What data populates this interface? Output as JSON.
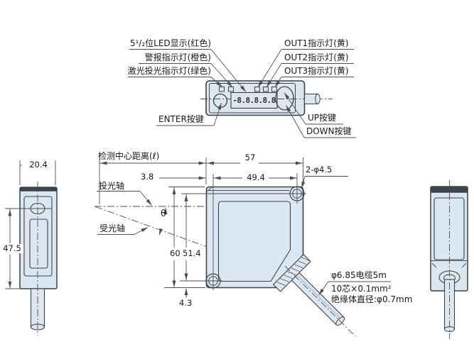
{
  "top_view": {
    "callouts_left": [
      "5¹/₂位LED显示(红色)",
      "警报指示灯(橙色)",
      "激光投光指示灯(绿色)"
    ],
    "callouts_right": [
      "OUT1指示灯(黄)",
      "OUT2指示灯(黄)",
      "OUT3指示灯(黄)"
    ],
    "enter_button": "ENTER按键",
    "up_button": "UP按键",
    "down_button": "DOWN按键",
    "display_value": "-8.8.8.8.8"
  },
  "front_view": {
    "dim_detection_center": "检测中心距离(ℓ)",
    "dim_width": "57",
    "dim_hole_span": "49.4",
    "dim_hole_offset": "3.8",
    "dim_holes": "2-φ4.5",
    "dim_height": "60",
    "dim_hole_vertical": "51.4",
    "dim_hole_bottom": "4.3",
    "emitter_axis": "投光轴",
    "receiver_axis": "受光轴",
    "angle_symbol": "θ",
    "cable_note_line1": "φ6.85电缆5m",
    "cable_note_line2": "10芯×0.1mm²",
    "cable_note_line3": "绝缘体直径:φ0.7mm"
  },
  "side_view_left": {
    "dim_width": "20.4",
    "dim_height": "47.5"
  },
  "colors": {
    "body_fill": "#dce8f1",
    "outline": "#3d4248",
    "dim_line": "#4a5056"
  }
}
